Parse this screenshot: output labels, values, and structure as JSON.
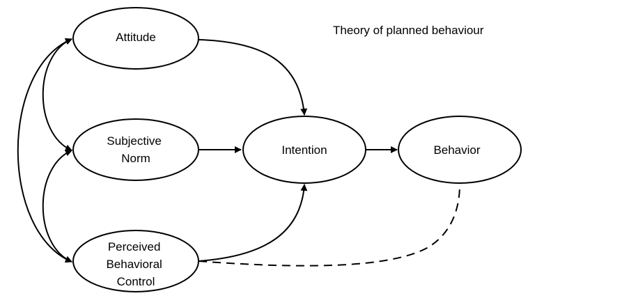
{
  "title": "Theory of planned behaviour",
  "nodes": {
    "attitude": {
      "lines": [
        "Attitude"
      ]
    },
    "subjective_norm": {
      "lines": [
        "Subjective",
        "Norm"
      ]
    },
    "perceived_behavioral_control": {
      "lines": [
        "Perceived",
        "Behavioral",
        "Control"
      ]
    },
    "intention": {
      "lines": [
        "Intention"
      ]
    },
    "behavior": {
      "lines": [
        "Behavior"
      ]
    }
  },
  "edges": [
    {
      "from": "attitude",
      "to": "intention",
      "style": "solid",
      "arrow": "end"
    },
    {
      "from": "subjective_norm",
      "to": "intention",
      "style": "solid",
      "arrow": "end"
    },
    {
      "from": "perceived_behavioral_control",
      "to": "intention",
      "style": "solid",
      "arrow": "end"
    },
    {
      "from": "intention",
      "to": "behavior",
      "style": "solid",
      "arrow": "end"
    },
    {
      "from": "perceived_behavioral_control",
      "to": "behavior",
      "style": "dashed",
      "arrow": "none"
    },
    {
      "from": "attitude",
      "to": "subjective_norm",
      "style": "solid",
      "arrow": "both"
    },
    {
      "from": "subjective_norm",
      "to": "perceived_behavioral_control",
      "style": "solid",
      "arrow": "both"
    },
    {
      "from": "attitude",
      "to": "perceived_behavioral_control",
      "style": "solid",
      "arrow": "both"
    }
  ],
  "colors": {
    "stroke": "#000000",
    "background": "#ffffff",
    "text": "#000000"
  }
}
